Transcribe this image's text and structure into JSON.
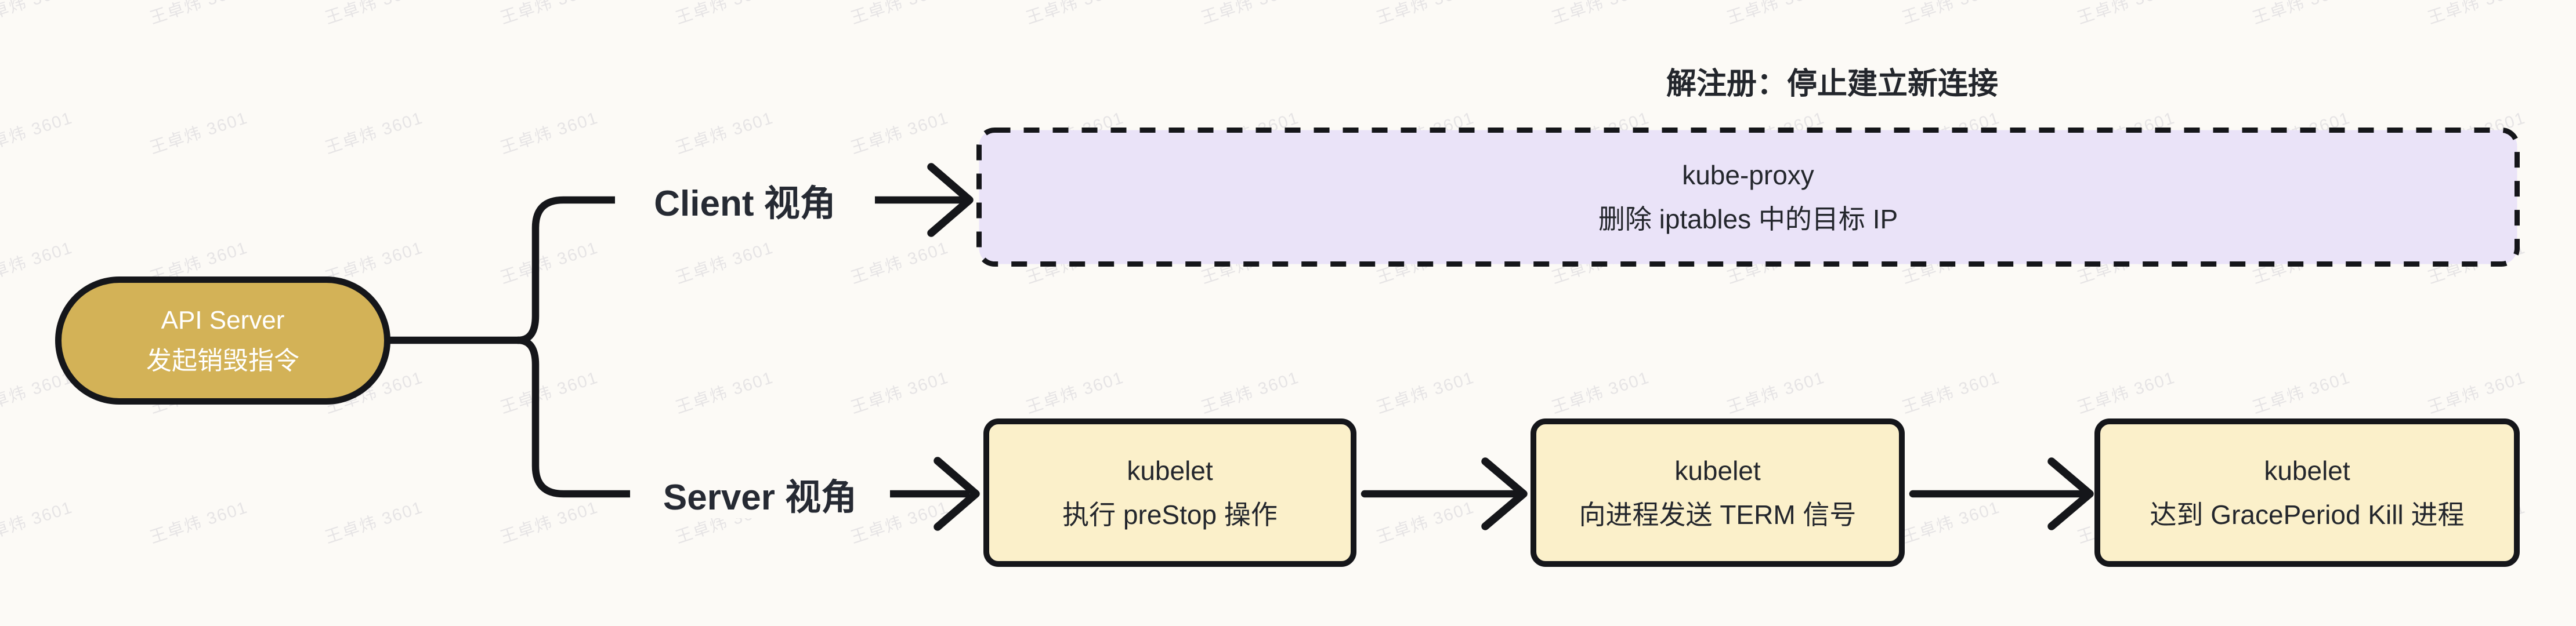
{
  "watermark": {
    "text": "王卓炜 3601"
  },
  "colors": {
    "background": "#fcfaf6",
    "root_fill": "#d3b257",
    "client_box_fill": "#eae3f8",
    "server_box_fill": "#fbf0ca",
    "stroke": "#15161a",
    "text_dark": "#23262c"
  },
  "diagram": {
    "root": {
      "line1": "API Server",
      "line2": "发起销毁指令"
    },
    "client_branch": {
      "label": "Client 视角",
      "annotation": "解注册：停止建立新连接",
      "node": {
        "line1": "kube-proxy",
        "line2": "删除 iptables 中的目标 IP"
      }
    },
    "server_branch": {
      "label": "Server 视角",
      "nodes": [
        {
          "line1": "kubelet",
          "line2": "执行 preStop 操作"
        },
        {
          "line1": "kubelet",
          "line2": "向进程发送 TERM 信号"
        },
        {
          "line1": "kubelet",
          "line2": "达到 GracePeriod Kill 进程"
        }
      ]
    }
  }
}
